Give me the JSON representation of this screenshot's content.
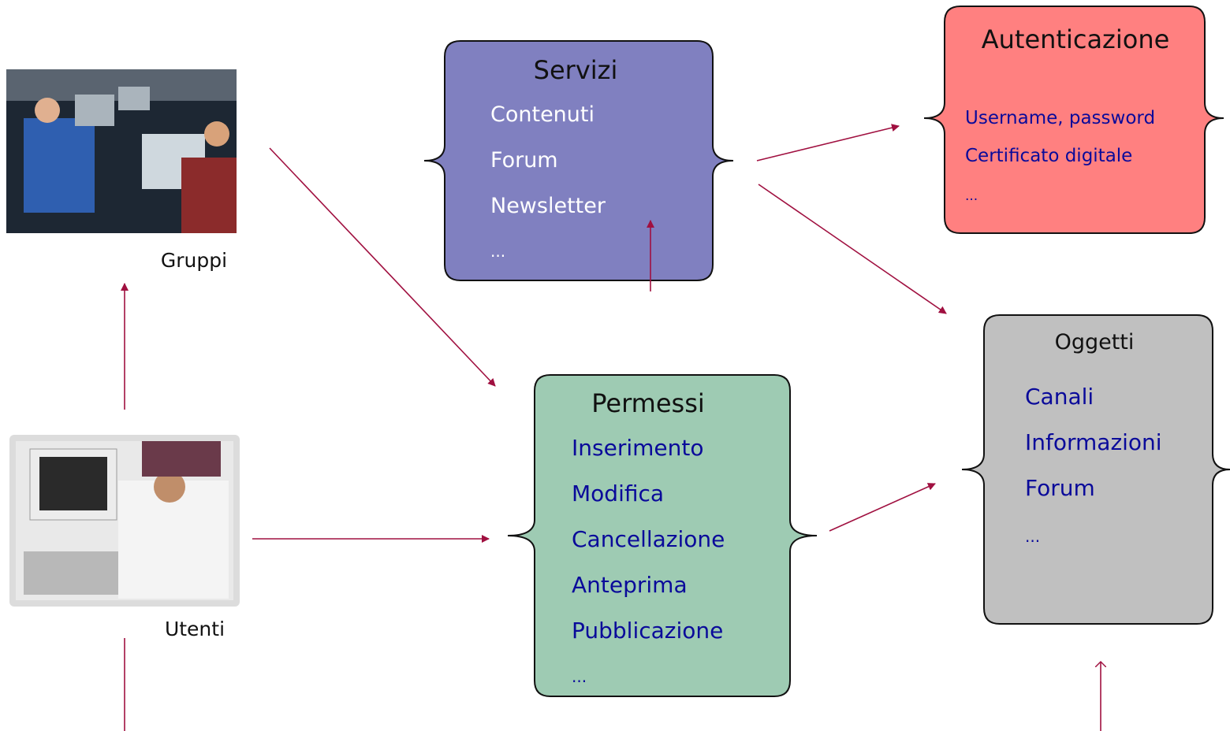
{
  "groups": {
    "label": "Gruppi",
    "photo": "group-of-people-at-computers-photo"
  },
  "users": {
    "label": "Utenti",
    "photo": "person-at-computer-photo"
  },
  "servizi": {
    "title": "Servizi",
    "items": [
      "Contenuti",
      "Forum",
      "Newsletter",
      "..."
    ],
    "color": "#8080c0"
  },
  "permessi": {
    "title": "Permessi",
    "items": [
      "Inserimento",
      "Modifica",
      "Cancellazione",
      "Anteprima",
      "Pubblicazione",
      "..."
    ],
    "color": "#9ecbb3"
  },
  "autenticazione": {
    "title": "Autenticazione",
    "items": [
      "Username, password",
      "Certificato digitale",
      "..."
    ],
    "color": "#ff8080"
  },
  "oggetti": {
    "title": "Oggetti",
    "items": [
      "Canali",
      "Informazioni",
      "Forum",
      "..."
    ],
    "color": "#c0c0c0"
  },
  "colors": {
    "arrow": "#a01040",
    "item_text": "#0a0a9a"
  }
}
